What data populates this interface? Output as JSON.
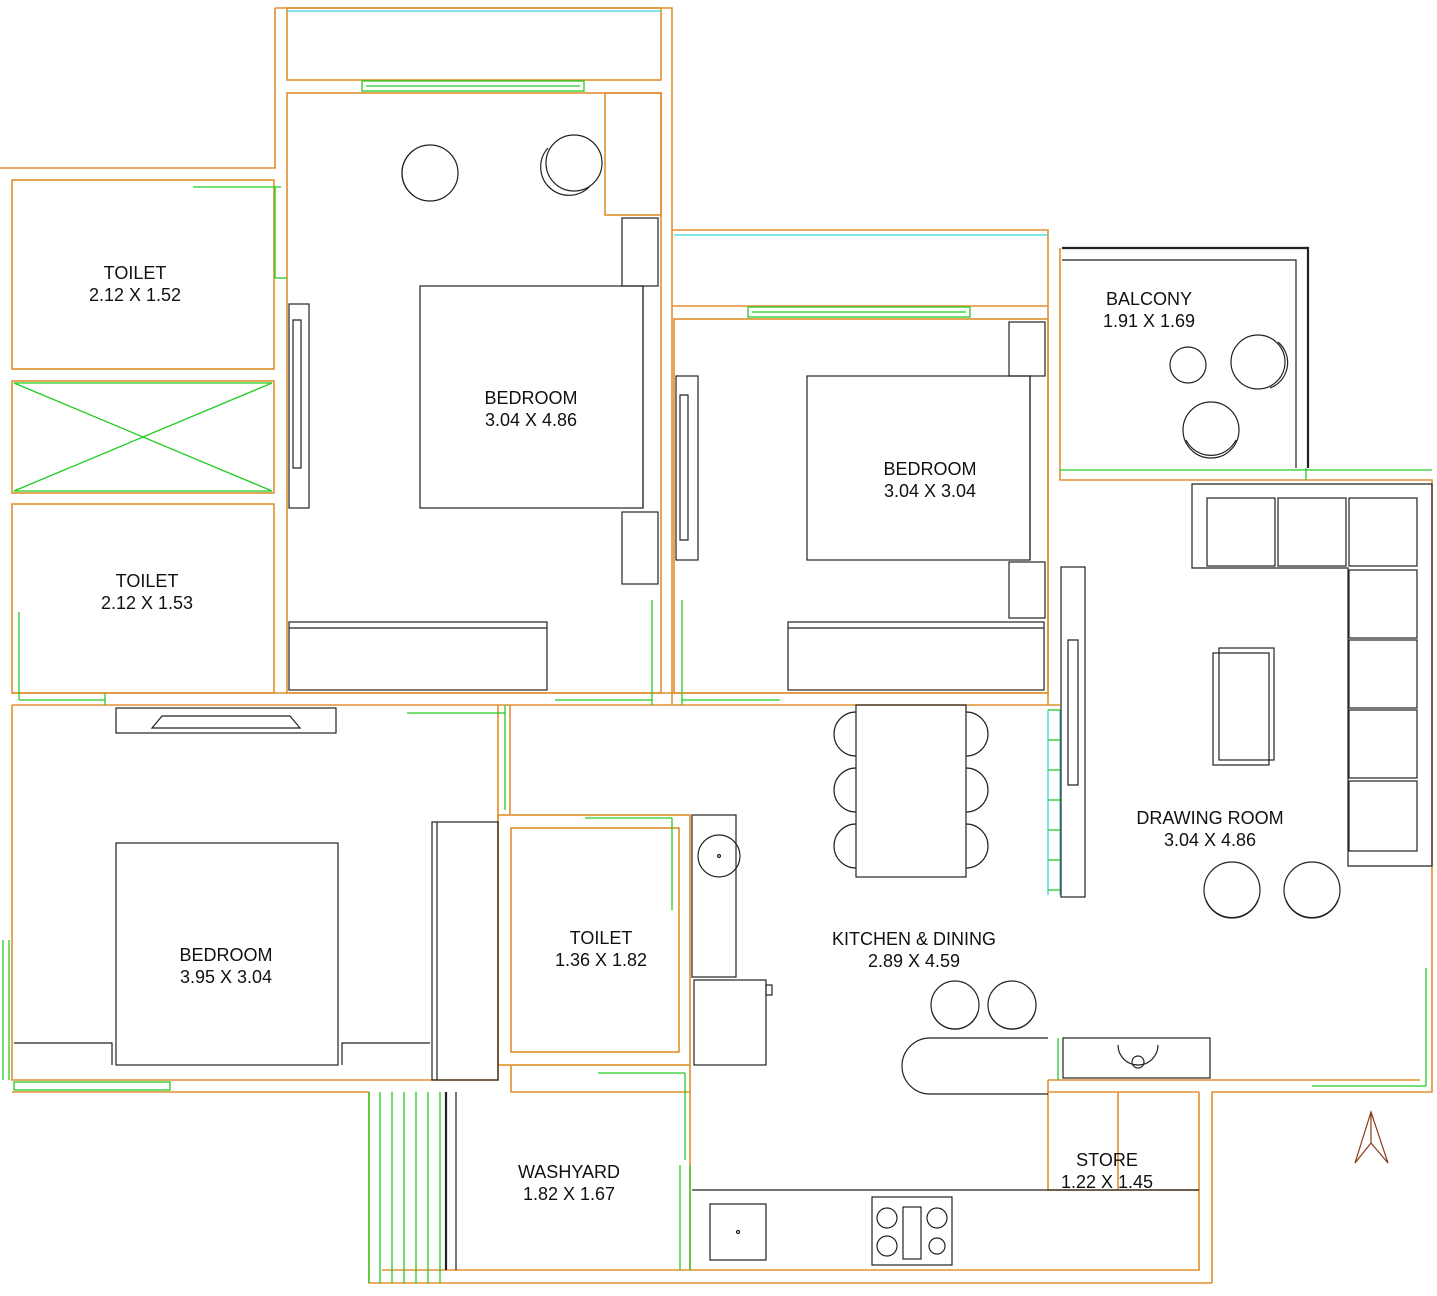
{
  "rooms": {
    "toilet_1": {
      "name": "TOILET",
      "size": "2.12 X 1.52"
    },
    "toilet_2": {
      "name": "TOILET",
      "size": "2.12 X 1.53"
    },
    "master_bedroom": {
      "name": "BEDROOM",
      "size": "3.04 X 4.86"
    },
    "bedroom_2": {
      "name": "BEDROOM",
      "size": "3.04 X 3.04"
    },
    "balcony": {
      "name": "BALCONY",
      "size": "1.91 X 1.69"
    },
    "drawing_room": {
      "name": "DRAWING ROOM",
      "size": "3.04 X 4.86"
    },
    "bedroom_3": {
      "name": "BEDROOM",
      "size": "3.95 X 3.04"
    },
    "toilet_3": {
      "name": "TOILET",
      "size": "1.36 X 1.82"
    },
    "kitchen_dining": {
      "name": "KITCHEN & DINING",
      "size": "2.89 X 4.59"
    },
    "washyard": {
      "name": "WASHYARD",
      "size": "1.82 X 1.67"
    },
    "store": {
      "name": "STORE",
      "size": "1.22 X 1.45"
    }
  },
  "colors": {
    "wall": "#e0902f",
    "window": "#22cc22",
    "glass": "#35d6d6",
    "furniture": "#222222"
  },
  "icons": {
    "north": "north-arrow-icon"
  }
}
